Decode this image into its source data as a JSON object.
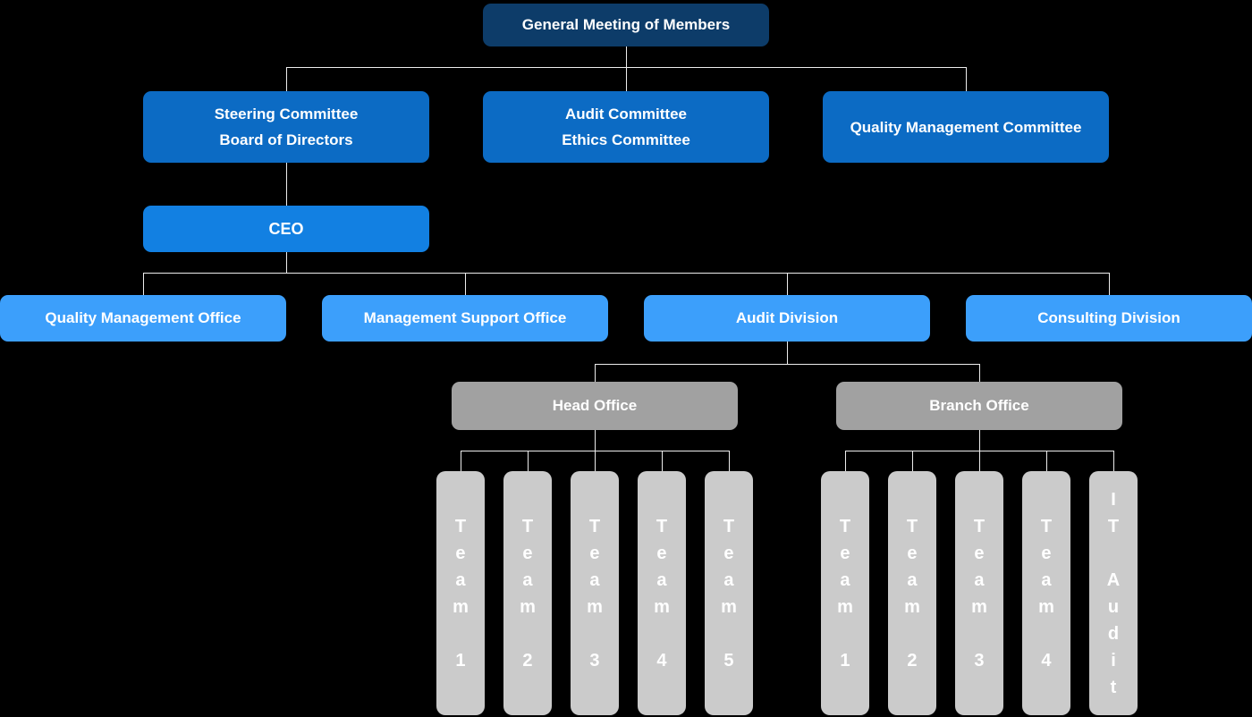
{
  "orgchart": {
    "root": {
      "label": "General Meeting of Members"
    },
    "committees": [
      {
        "lines": [
          "Steering Committee",
          "Board of Directors"
        ]
      },
      {
        "lines": [
          "Audit Committee",
          "Ethics Committee"
        ]
      },
      {
        "lines": [
          "Quality Management Committee"
        ]
      }
    ],
    "ceo": {
      "label": "CEO"
    },
    "divisions": [
      {
        "label": "Quality Management Office"
      },
      {
        "label": "Management Support Office"
      },
      {
        "label": "Audit Division"
      },
      {
        "label": "Consulting Division"
      }
    ],
    "offices": [
      {
        "label": "Head Office",
        "teams": [
          "Team 1",
          "Team 2",
          "Team 3",
          "Team 4",
          "Team 5"
        ]
      },
      {
        "label": "Branch Office",
        "teams": [
          "Team 1",
          "Team 2",
          "Team 3",
          "Team 4",
          "IT Audit"
        ]
      }
    ],
    "colors": {
      "background": "#000000",
      "root_box": "#0d3c69",
      "committee_box": "#0c6bc4",
      "ceo_box": "#1280e2",
      "division_box": "#3c9ffb",
      "office_box": "#a1a1a1",
      "team_box": "#cbcbcb",
      "connector": "#ededed",
      "text": "#ffffff"
    }
  }
}
